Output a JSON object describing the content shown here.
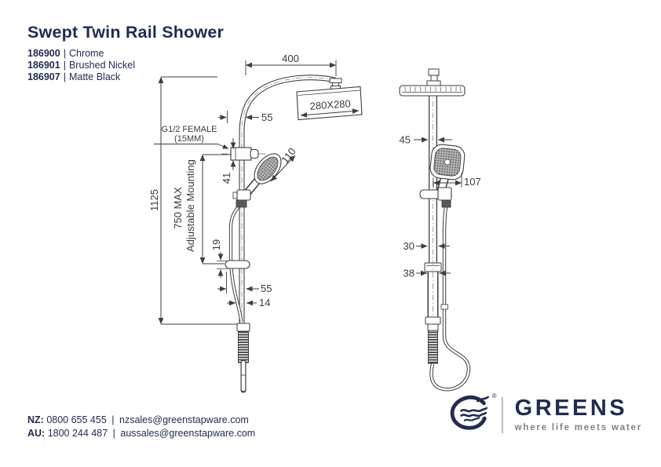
{
  "header": {
    "title": "Swept Twin Rail Shower",
    "separator": "|",
    "products": [
      {
        "code": "186900",
        "finish": "Chrome"
      },
      {
        "code": "186901",
        "finish": "Brushed Nickel"
      },
      {
        "code": "186907",
        "finish": "Matte Black"
      }
    ]
  },
  "drawing": {
    "front": {
      "dim_arm_reach": "400",
      "dim_head": "280X280",
      "dim_rail_width": "55",
      "inlet_line1": "G1/2 FEMALE",
      "inlet_line2": "(15MM)",
      "dim_inlet": "41",
      "dim_handpiece": "110",
      "dim_height": "1125",
      "dim_adjustable_value": "750 MAX",
      "dim_adjustable_label": "Adjustable Mounting",
      "dim_bracket": "19",
      "dim_bracket_offset": "55",
      "dim_hose": "14"
    },
    "side": {
      "dim_rail_offset": "45",
      "dim_handpiece_width": "107",
      "dim_rail_upper": "30",
      "dim_rail_lower": "38"
    }
  },
  "footer": {
    "pipe": "|",
    "contacts": [
      {
        "label": "NZ:",
        "phone": "0800 655 455",
        "email": "nzsales@greenstapware.com"
      },
      {
        "label": "AU:",
        "phone": "1800 244 487",
        "email": "aussales@greenstapware.com"
      }
    ],
    "logo": {
      "brand": "GREENS",
      "tagline": "where life meets water",
      "registered": "®"
    }
  },
  "colors": {
    "navy": "#222c50",
    "line": "#3e3e3e",
    "tagline_gray": "#7c828c"
  }
}
